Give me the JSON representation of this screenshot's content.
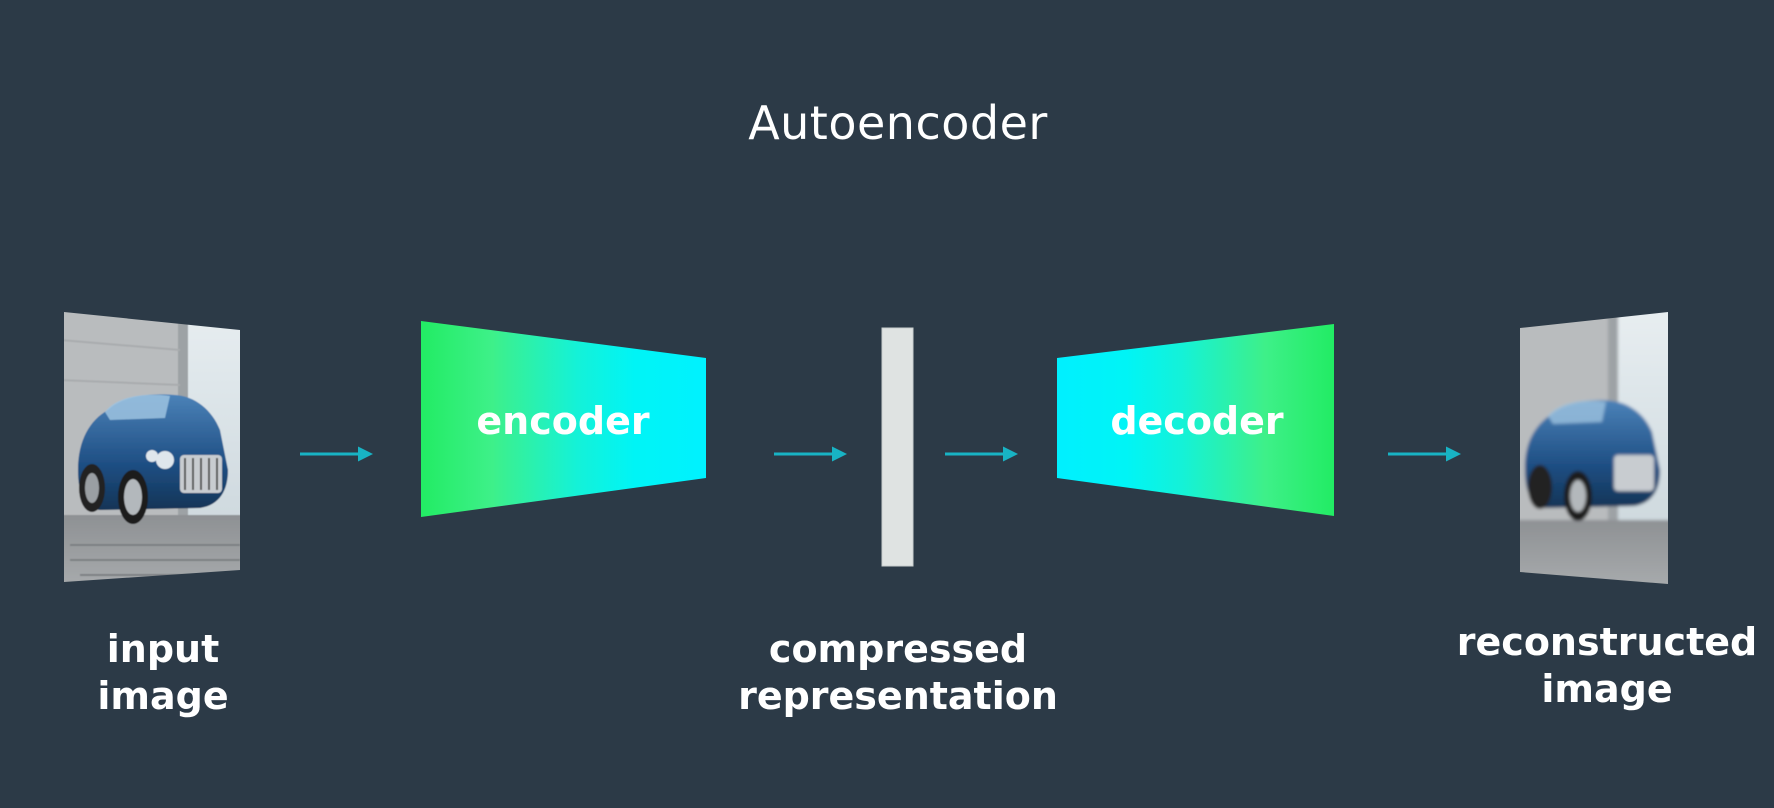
{
  "title": "Autoencoder",
  "colors": {
    "background": "#2c3a47",
    "arrow": "#18b3c4",
    "gradient_green": "#22ec64",
    "gradient_cyan": "#00f4f6",
    "bottleneck": "#dfe3e2"
  },
  "nodes": {
    "input": {
      "label_line1": "input",
      "label_line2": "image",
      "icon": "car-photo-icon"
    },
    "encoder": {
      "label": "encoder"
    },
    "bottleneck": {
      "label_line1": "compressed",
      "label_line2": "representation"
    },
    "decoder": {
      "label": "decoder"
    },
    "output": {
      "label_line1": "reconstructed",
      "label_line2": "image",
      "icon": "car-photo-icon"
    }
  }
}
